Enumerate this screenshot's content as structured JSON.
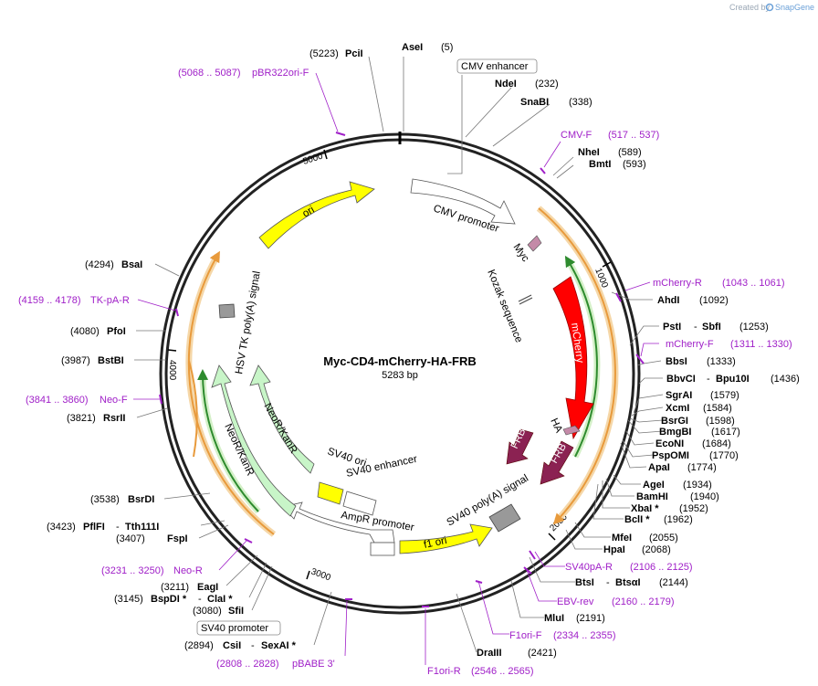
{
  "watermark": {
    "text": "Created by",
    "brand": "SnapGene"
  },
  "plasmid": {
    "name": "Myc-CD4-mCherry-HA-FRB",
    "size": "5283 bp"
  },
  "ticks": [
    "1000",
    "2000",
    "3000",
    "4000",
    "5000"
  ],
  "features": {
    "cmv_enhancer": "CMV enhancer",
    "cmv_promoter": "CMV promoter",
    "myc": "Myc",
    "kozak": "Kozak sequence",
    "mcherry": "mCherry",
    "ha": "HA",
    "frb1": "FRB",
    "frb2": "FRB",
    "sv40_polya": "SV40 poly(A) signal",
    "f1_ori": "f1 ori",
    "ampr_promoter": "AmpR promoter",
    "sv40_promoter": "SV40 promoter",
    "sv40_enhancer": "SV40 enhancer",
    "sv40_ori": "SV40 ori",
    "neokanr1": "NeoR/KanR",
    "neokanr2": "NeoR/KanR",
    "hsv_tk": "HSV TK poly(A) signal",
    "ori": "ori"
  },
  "sites": {
    "asei": {
      "name": "AseI",
      "pos": "(5)"
    },
    "pcii": {
      "name": "PciI",
      "pos": "(5223)"
    },
    "ndei": {
      "name": "NdeI",
      "pos": "(232)"
    },
    "snabi": {
      "name": "SnaBI",
      "pos": "(338)"
    },
    "nhei": {
      "name": "NheI",
      "pos": "(589)"
    },
    "bmti": {
      "name": "BmtI",
      "pos": "(593)"
    },
    "ahdi": {
      "name": "AhdI",
      "pos": "(1092)"
    },
    "psti": {
      "name": "PstI",
      "sep": "-",
      "name2": "SbfI",
      "pos": "(1253)"
    },
    "bbsi": {
      "name": "BbsI",
      "pos": "(1333)"
    },
    "bbvci": {
      "name": "BbvCI",
      "sep": "-",
      "name2": "Bpu10I",
      "pos": "(1436)"
    },
    "sgrai": {
      "name": "SgrAI",
      "pos": "(1579)"
    },
    "xcmi": {
      "name": "XcmI",
      "pos": "(1584)"
    },
    "bsrgi": {
      "name": "BsrGI",
      "pos": "(1598)"
    },
    "bmgbi": {
      "name": "BmgBI",
      "pos": "(1617)"
    },
    "econi": {
      "name": "EcoNI",
      "pos": "(1684)"
    },
    "pspomi": {
      "name": "PspOMI",
      "pos": "(1770)"
    },
    "apai": {
      "name": "ApaI",
      "pos": "(1774)"
    },
    "agei": {
      "name": "AgeI",
      "pos": "(1934)"
    },
    "bamhi": {
      "name": "BamHI",
      "pos": "(1940)"
    },
    "xbai": {
      "name": "XbaI *",
      "pos": "(1952)"
    },
    "bcli": {
      "name": "BclI *",
      "pos": "(1962)"
    },
    "mfei": {
      "name": "MfeI",
      "pos": "(2055)"
    },
    "hpai": {
      "name": "HpaI",
      "pos": "(2068)"
    },
    "btsi": {
      "name": "BtsI",
      "sep": "-",
      "name2": "BtsαI",
      "pos": "(2144)"
    },
    "mlui": {
      "name": "MluI",
      "pos": "(2191)"
    },
    "draiii": {
      "name": "DraIII",
      "pos": "(2421)"
    },
    "csii": {
      "name": "CsiI",
      "sep": "-",
      "name2": "SexAI *",
      "pos": "(2894)"
    },
    "sfii": {
      "name": "SfiI",
      "pos": "(3080)"
    },
    "bspdi": {
      "name": "BspDI *",
      "sep": "-",
      "name2": "ClaI *",
      "pos": "(3145)"
    },
    "eagi": {
      "name": "EagI",
      "pos": "(3211)"
    },
    "fspi": {
      "name": "FspI",
      "pos": "(3407)"
    },
    "pflfi": {
      "name": "PflFI",
      "sep": "-",
      "name2": "Tth111I",
      "pos": "(3423)"
    },
    "bsrdi": {
      "name": "BsrDI",
      "pos": "(3538)"
    },
    "rsrii": {
      "name": "RsrII",
      "pos": "(3821)"
    },
    "bstbi": {
      "name": "BstBI",
      "pos": "(3987)"
    },
    "pfoi": {
      "name": "PfoI",
      "pos": "(4080)"
    },
    "bsai": {
      "name": "BsaI",
      "pos": "(4294)"
    }
  },
  "primers": {
    "pbr322": {
      "range": "(5068 .. 5087)",
      "name": "pBR322ori-F"
    },
    "cmvf": {
      "name": "CMV-F",
      "range": "(517 .. 537)"
    },
    "mcherryr": {
      "name": "mCherry-R",
      "range": "(1043 .. 1061)"
    },
    "mcherryf": {
      "name": "mCherry-F",
      "range": "(1311 .. 1330)"
    },
    "sv40par": {
      "name": "SV40pA-R",
      "range": "(2106 .. 2125)"
    },
    "ebvrev": {
      "name": "EBV-rev",
      "range": "(2160 .. 2179)"
    },
    "f1orif": {
      "name": "F1ori-F",
      "range": "(2334 .. 2355)"
    },
    "f1orir": {
      "name": "F1ori-R",
      "range": "(2546 .. 2565)"
    },
    "pbabe3": {
      "range": "(2808 .. 2828)",
      "name": "pBABE 3'"
    },
    "neor": {
      "range": "(3231 .. 3250)",
      "name": "Neo-R"
    },
    "neof": {
      "range": "(3841 .. 3860)",
      "name": "Neo-F"
    },
    "tkpar": {
      "range": "(4159 .. 4178)",
      "name": "TK-pA-R"
    }
  },
  "colors": {
    "backbone": "#222222",
    "primer": "#a020c8",
    "mcherry": "#ff0000",
    "frb": "#8b2252",
    "ori": "#ffff00",
    "neo": "#c8f5c8",
    "orange": "#e89a3c",
    "green": "#2e8b2e",
    "grey": "#999999"
  }
}
